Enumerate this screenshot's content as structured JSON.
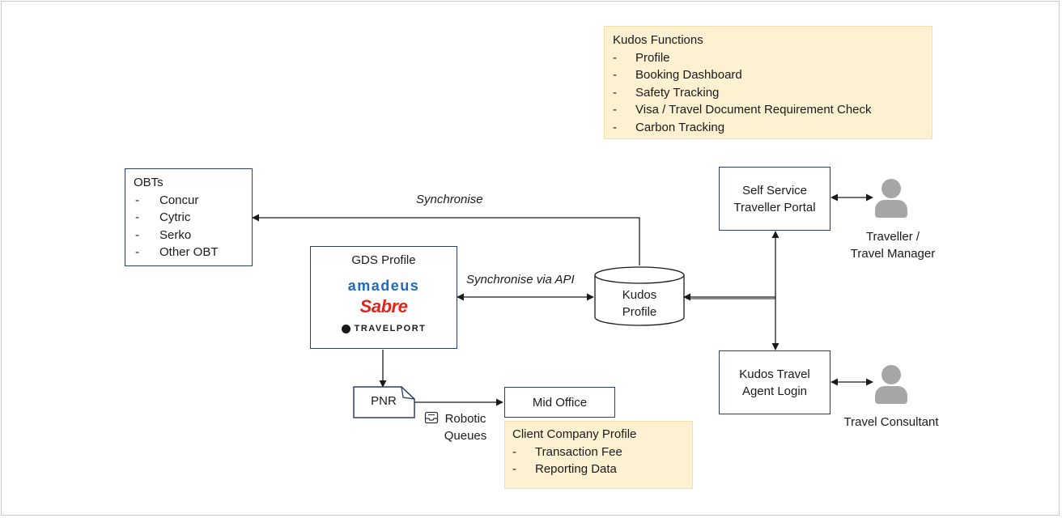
{
  "kudos_functions": {
    "title": "Kudos Functions",
    "items": [
      "Profile",
      "Booking Dashboard",
      "Safety Tracking",
      "Visa / Travel Document Requirement Check",
      "Carbon Tracking"
    ]
  },
  "obts": {
    "title": "OBTs",
    "items": [
      "Concur",
      "Cytric",
      "Serko",
      "Other OBT"
    ]
  },
  "gds": {
    "title": "GDS Profile",
    "logos": {
      "amadeus": "amadeus",
      "sabre": "Sabre",
      "travelport": "TRAVELPORT"
    }
  },
  "kudos_profile": {
    "line1": "Kudos",
    "line2": "Profile"
  },
  "self_service": {
    "line1": "Self Service",
    "line2": "Traveller Portal"
  },
  "agent_login": {
    "line1": "Kudos Travel",
    "line2": "Agent Login"
  },
  "traveller": {
    "line1": "Traveller /",
    "line2": "Travel Manager"
  },
  "consultant": {
    "label": "Travel Consultant"
  },
  "pnr": {
    "label": "PNR"
  },
  "mid_office": {
    "label": "Mid Office"
  },
  "robotic": {
    "line1": "Robotic",
    "line2": "Queues"
  },
  "client_profile": {
    "title": "Client Company Profile",
    "items": [
      "Transaction Fee",
      "Reporting Data"
    ]
  },
  "connectors": {
    "synchronise": "Synchronise",
    "synchronise_api": "Synchronise via API"
  },
  "colors": {
    "box_border": "#2b3f64",
    "note_fill": "#fdf1d2",
    "amadeus_blue": "#1d6ac6",
    "sabre_red": "#e2231a",
    "person_grey": "#a6a6a6"
  }
}
